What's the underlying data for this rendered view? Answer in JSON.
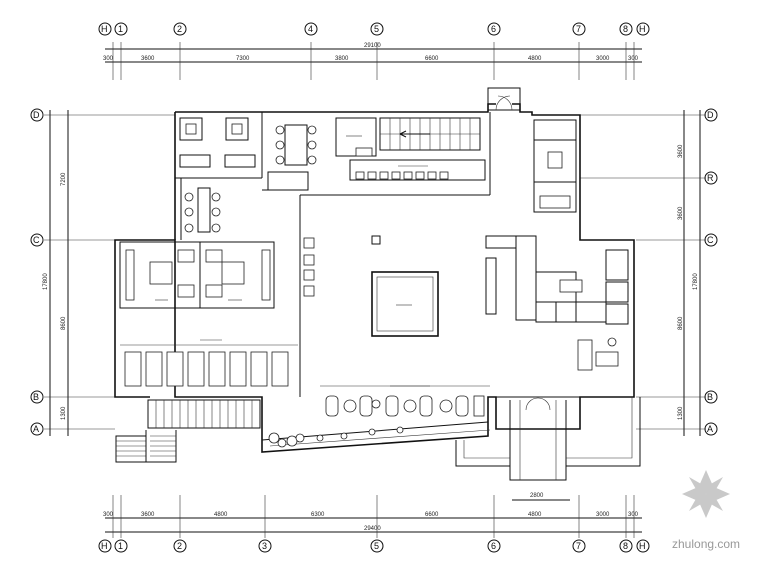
{
  "top_axes": [
    "H",
    "1",
    "2",
    "4",
    "5",
    "6",
    "7",
    "8",
    "H"
  ],
  "top_dims": [
    "300",
    "3600",
    "7300",
    "3800",
    "6600",
    "4800",
    "3000",
    "300"
  ],
  "top_total": "29100",
  "bottom_axes": [
    "H",
    "1",
    "2",
    "3",
    "5",
    "6",
    "7",
    "8",
    "H"
  ],
  "bottom_dims": [
    "300",
    "3600",
    "4800",
    "6300",
    "6600",
    "4800",
    "3000",
    "300"
  ],
  "bottom_total": "29400",
  "scale_label": "2800",
  "left_axes": [
    "D",
    "C",
    "B",
    "A"
  ],
  "left_dims": [
    "7200",
    "8600",
    "1300"
  ],
  "left_total": "17800",
  "right_axes": [
    "D",
    "R",
    "C",
    "B",
    "A"
  ],
  "right_dims": [
    "3600",
    "3600",
    "8600",
    "1300"
  ],
  "right_total": "17800",
  "watermark": "zhulong.com"
}
